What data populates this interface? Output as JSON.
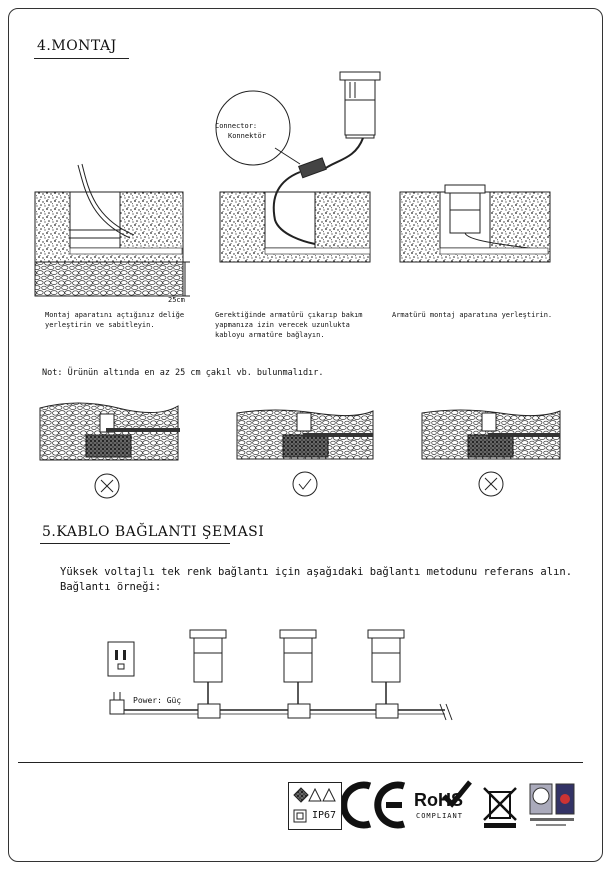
{
  "section4": {
    "title": "4.MONTAJ"
  },
  "diagram1": {
    "dimension": "25cm",
    "caption_line1": "Montaj aparatını açtığınız deliğe",
    "caption_line2": "yerleştirin ve sabitleyin."
  },
  "diagram2": {
    "connector_line1": "Connector:",
    "connector_line2": "Konnektör",
    "caption_line1": "Gerektiğinde armatürü çıkarıp bakım",
    "caption_line2": "yapmanıza izin verecek uzunlukta",
    "caption_line3": "kabloyu armatüre bağlayın."
  },
  "diagram3": {
    "caption_line1": "Armatürü montaj aparatına yerleştirin."
  },
  "note": "Not: Ürünün altında en az 25 cm çakıl vb. bulunmalıdır.",
  "section5": {
    "title": "5.KABLO BAĞLANTI ŞEMASI",
    "text_line1": "Yüksek voltajlı tek renk bağlantı için aşağıdaki bağlantı metodunu referans alın.",
    "text_line2": "Bağlantı örneği:",
    "power_label": "Power: Güç"
  },
  "certifications": {
    "ip_rating": "IP67",
    "rohs_text": "RoHS",
    "compliant_text": "COMPLIANT",
    "ce_mark": "CE"
  },
  "icons": [
    "wrong-mark-icon",
    "check-mark-icon",
    "wrong-mark-icon",
    "power-outlet-icon",
    "plug-icon",
    "weee-bin-icon",
    "qa-logo-icon"
  ]
}
